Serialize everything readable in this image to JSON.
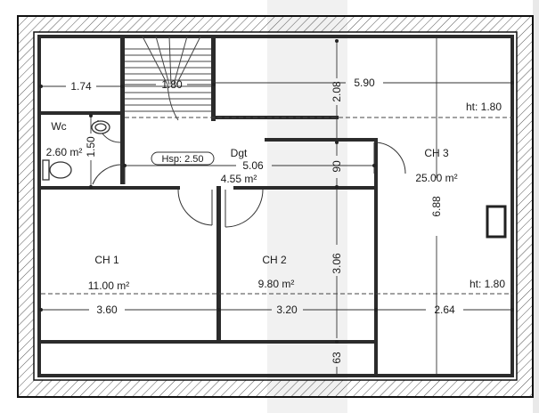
{
  "plan": {
    "rooms": {
      "wc": {
        "name": "Wc",
        "area": "2.60 m²"
      },
      "dgt": {
        "name": "Dgt",
        "area": "4.55 m²",
        "hsp": "Hsp: 2.50"
      },
      "ch1": {
        "name": "CH 1",
        "area": "11.00 m²"
      },
      "ch2": {
        "name": "CH 2",
        "area": "9.80 m²"
      },
      "ch3": {
        "name": "CH 3",
        "area": "25.00 m²"
      }
    },
    "heights": {
      "top": "ht: 1.80",
      "bottom": "ht: 1.80"
    },
    "dimensions": {
      "d174": "1.74",
      "d180": "1.80",
      "d590": "5.90",
      "d208": "2.08",
      "d150": "1.50",
      "d506": "5.06",
      "d90": "90",
      "d306": "3.06",
      "d688": "6.88",
      "d360": "3.60",
      "d320": "3.20",
      "d264": "2.64",
      "d63": "63"
    }
  },
  "colors": {
    "wall": "#2b2b2b",
    "hatch": "#555555",
    "paper": "#ffffff"
  }
}
